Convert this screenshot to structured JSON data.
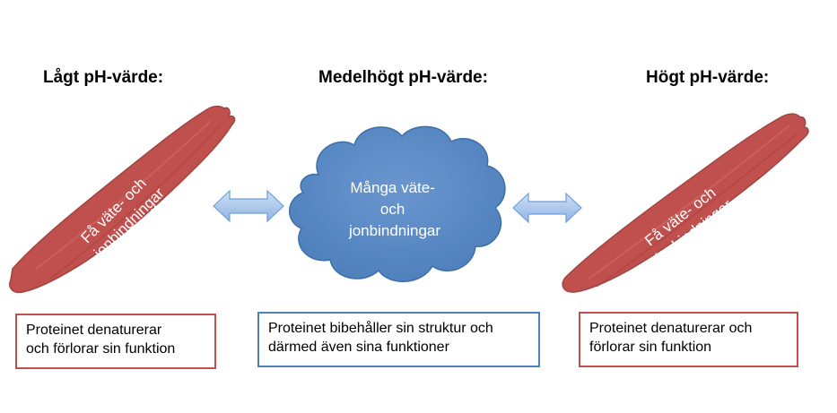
{
  "columns": [
    {
      "heading": "Lågt pH-värde:",
      "shape_lines": [
        "Få väte- och",
        "jonbindningar"
      ],
      "caption_lines": [
        "Proteinet denaturerar",
        "och förlorar sin funktion"
      ]
    },
    {
      "heading": "Medelhögt pH-värde:",
      "shape_lines": [
        "Många väte-",
        "och",
        "jonbindningar"
      ],
      "caption_lines": [
        "Proteinet bibehåller sin struktur och",
        "därmed även sina funktioner"
      ]
    },
    {
      "heading": "Högt pH-värde:",
      "shape_lines": [
        "Få väte- och",
        "jonbindningar"
      ],
      "caption_lines": [
        "Proteinet denaturerar och",
        "förlorar sin funktion"
      ]
    }
  ],
  "colors": {
    "protein_fill": "#c0504d",
    "cloud_fill": "#4f81bd",
    "arrow_fill": "#a9c6ea",
    "arrow_stroke": "#6f9fd8",
    "red_border": "#c0504d",
    "blue_border": "#4f81bd"
  },
  "icons": [
    "unfolded-protein-left",
    "double-arrow-left",
    "cloud",
    "double-arrow-right",
    "unfolded-protein-right"
  ]
}
